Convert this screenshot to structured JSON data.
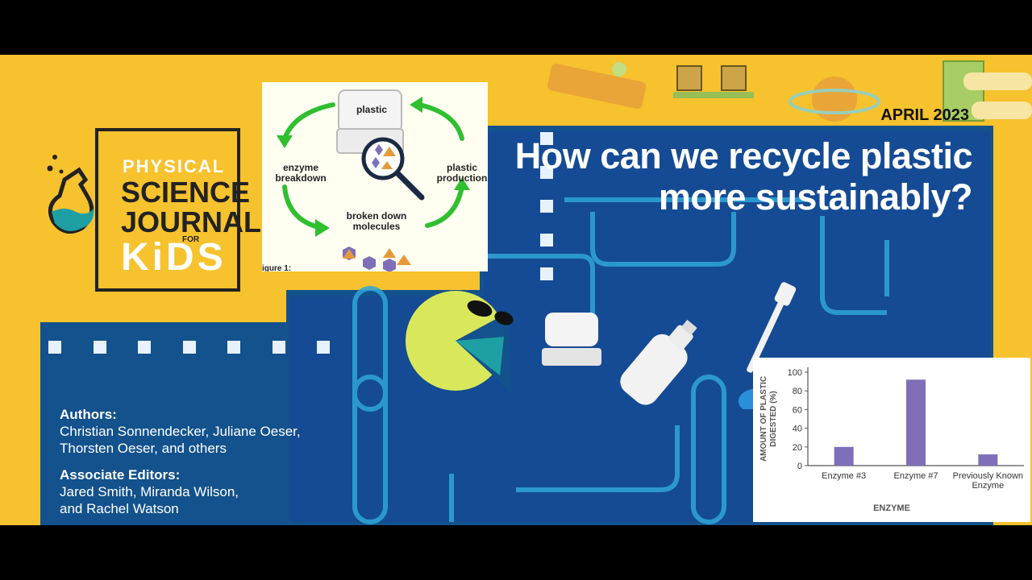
{
  "logo": {
    "line1": "PHYSICAL",
    "line2": "SCIENCE",
    "line3": "JOURNAL",
    "line4_small": "FOR",
    "line4": "KiDS",
    "colors": {
      "yellow": "#f6c22d",
      "dark": "#222222",
      "teal": "#1e9fa4"
    }
  },
  "figure": {
    "plastic_label": "plastic",
    "enzyme_label": "enzyme breakdown",
    "production_label": "plastic production",
    "molecules_label": "broken down molecules",
    "caption": "igure 1:",
    "arrow_color": "#2fbf2f"
  },
  "header": {
    "date": "APRIL 2023",
    "headline_line1": "How can we recycle plastic",
    "headline_line2": "more sustainably?"
  },
  "credits": {
    "authors_heading": "Authors:",
    "authors_line1": "Christian Sonnendecker, Juliane Oeser,",
    "authors_line2": "Thorsten Oeser, and others",
    "editors_heading": "Associate Editors:",
    "editors_line1": "Jared Smith, Miranda Wilson,",
    "editors_line2": "and Rachel Watson"
  },
  "chart_data": {
    "type": "bar",
    "categories": [
      "Enzyme #3",
      "Enzyme #7",
      "Previously Known Enzyme"
    ],
    "values": [
      20,
      92,
      12
    ],
    "xlabel": "ENZYME",
    "ylabel": "AMOUNT OF PLASTIC DIGESTED (%)",
    "ylim": [
      0,
      100
    ],
    "yticks": [
      0,
      20,
      40,
      60,
      80,
      100
    ],
    "bar_color": "#7e6fb8",
    "grid": false
  }
}
